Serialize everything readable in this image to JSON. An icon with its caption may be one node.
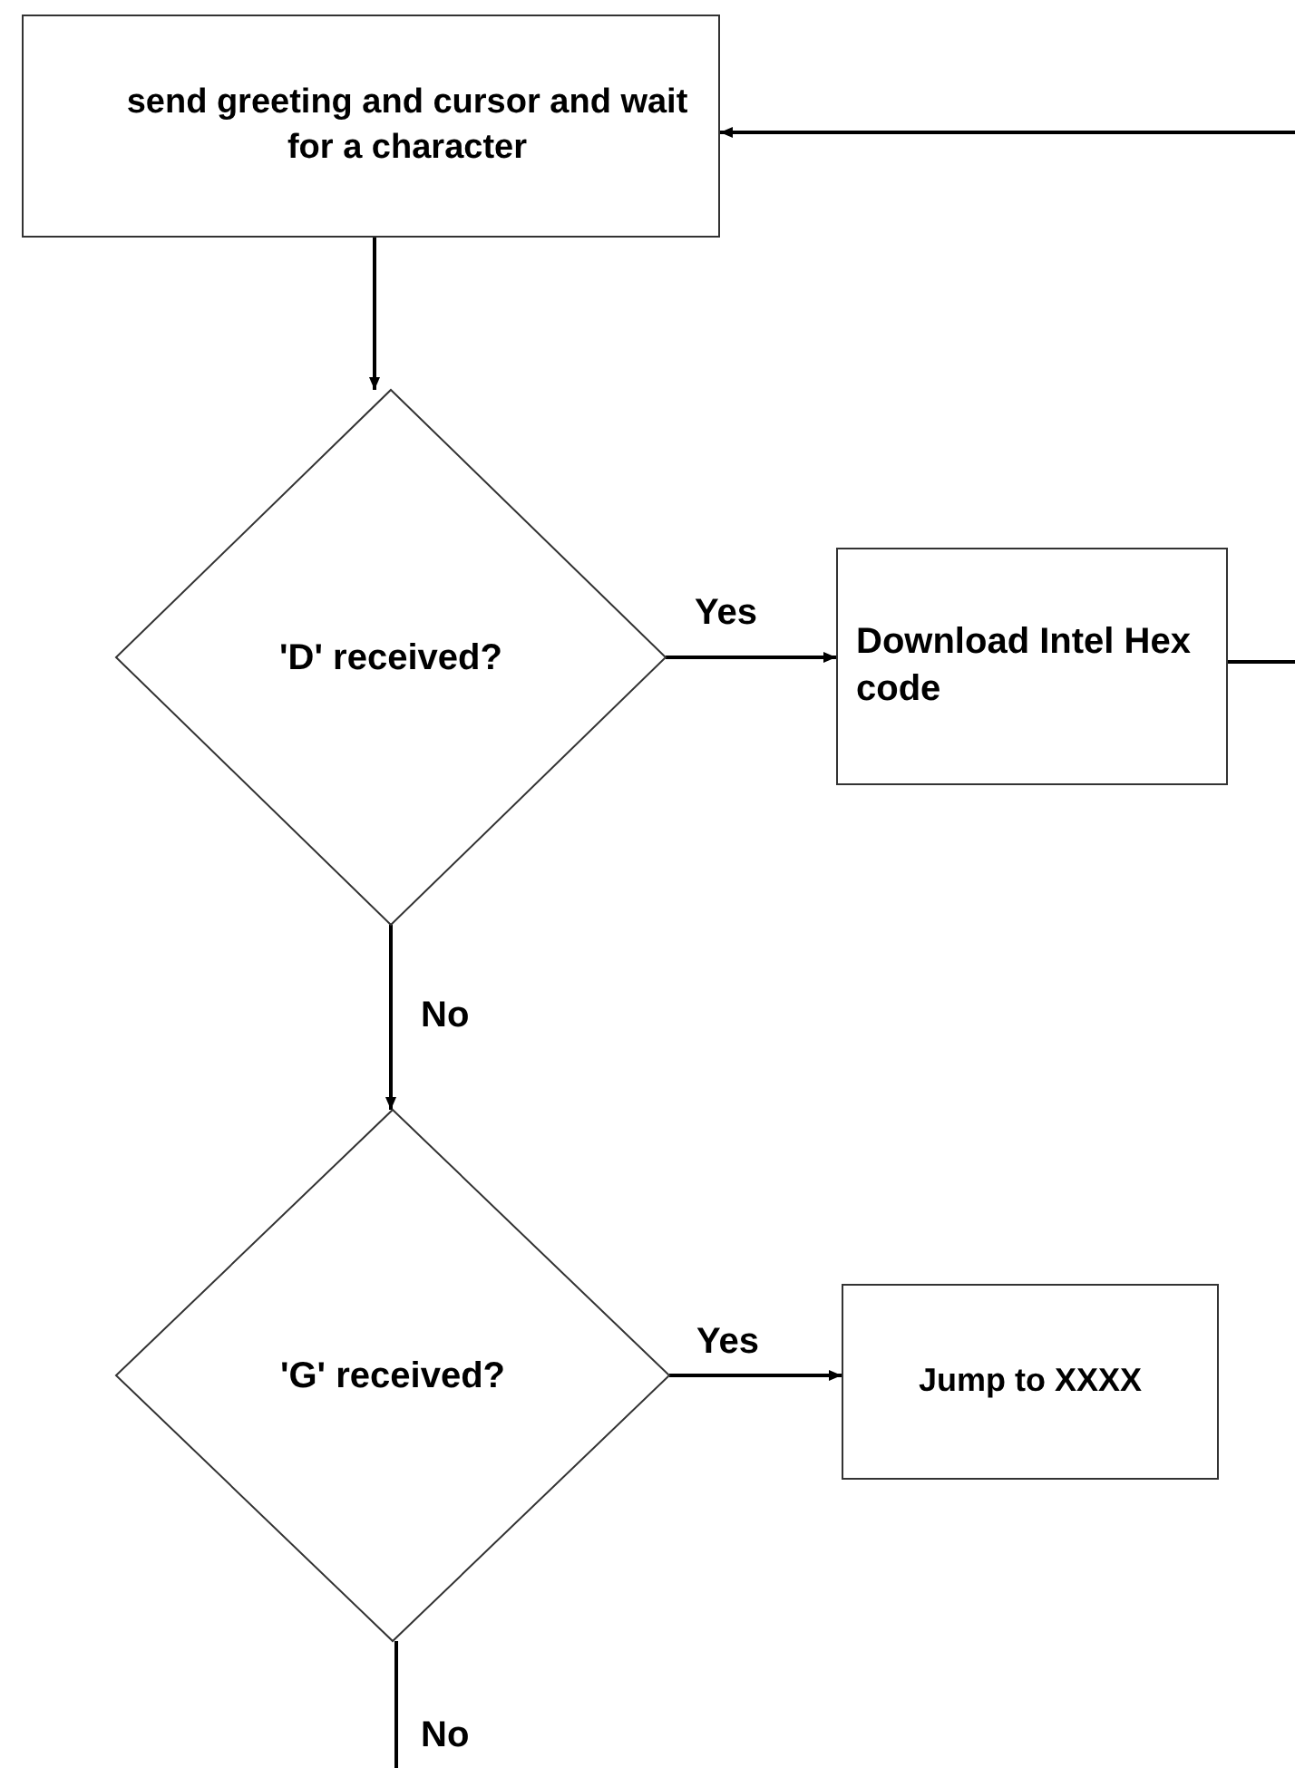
{
  "diagram": {
    "nodes": [
      {
        "text": [
          "send greeting and cursor and wait for a character"
        ]
      },
      {
        "text": [
          "'D' received?"
        ]
      },
      {
        "text": [
          "Download Intel Hex code"
        ]
      },
      {
        "text": [
          "'G' received?"
        ]
      },
      {
        "text": [
          "Jump to XXXX"
        ]
      }
    ],
    "edges": [
      {
        "from": 0,
        "to": 1,
        "arrow": "to"
      },
      {
        "from": 1,
        "to": 2,
        "arrow": "to",
        "label": "Yes"
      },
      {
        "from": 1,
        "to": 3,
        "arrow": "to",
        "label": "No"
      },
      {
        "from": 3,
        "to": 4,
        "arrow": "to",
        "label": "Yes"
      },
      {
        "from": 3,
        "to": null,
        "arrow": "none",
        "label": "No"
      },
      {
        "from": 2,
        "to": null,
        "arrow": "none"
      },
      {
        "from": null,
        "to": 0,
        "arrow": "to"
      }
    ]
  }
}
